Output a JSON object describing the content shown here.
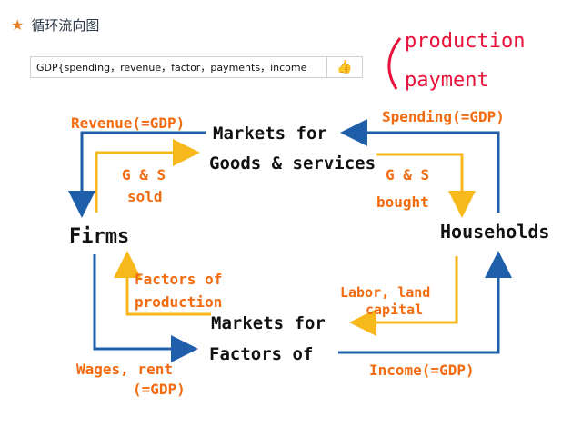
{
  "header": {
    "title": "循环流向图"
  },
  "note": {
    "text": "GDP{spending，revenue，factor，payments，income"
  },
  "brace_labels": [
    "production",
    "payment"
  ],
  "nodes": {
    "goods_market": [
      "Markets for",
      "Goods & services"
    ],
    "factors_market": [
      "Markets for",
      "Factors of"
    ],
    "firms": "Firms",
    "households": "Households"
  },
  "flow_labels": {
    "revenue": "Revenue(=GDP)",
    "spending": "Spending(=GDP)",
    "gs_sold": [
      "G & S",
      "sold"
    ],
    "gs_bought": [
      "G & S",
      "bought"
    ],
    "factors_production": [
      "Factors of",
      "production"
    ],
    "labor": [
      "Labor, land",
      "capital"
    ],
    "wages": [
      "Wages, rent",
      "(=GDP)"
    ],
    "income": "Income(=GDP)"
  },
  "colors": {
    "money_flow": "#1f5ea8",
    "goods_flow": "#f6b81a",
    "orange_text": "#f26b10",
    "red_text": "#e8113a"
  }
}
